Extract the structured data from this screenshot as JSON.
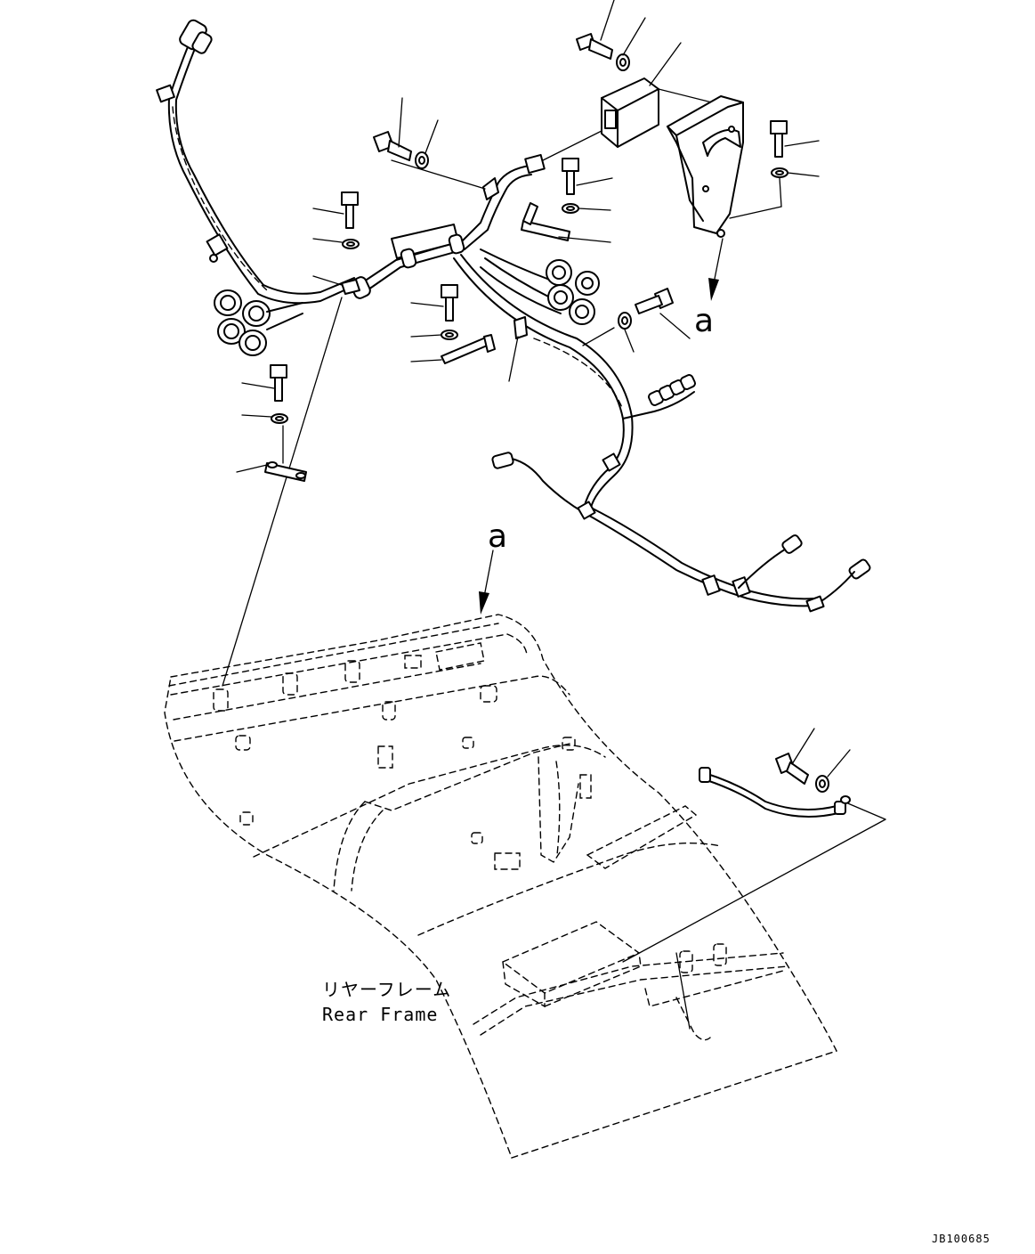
{
  "drawing": {
    "callouts": {
      "upper_letter": "a",
      "lower_letter": "a"
    },
    "frame_label": {
      "japanese": "リヤーフレーム",
      "english": "Rear Frame"
    },
    "drawing_id": "JB100685"
  }
}
